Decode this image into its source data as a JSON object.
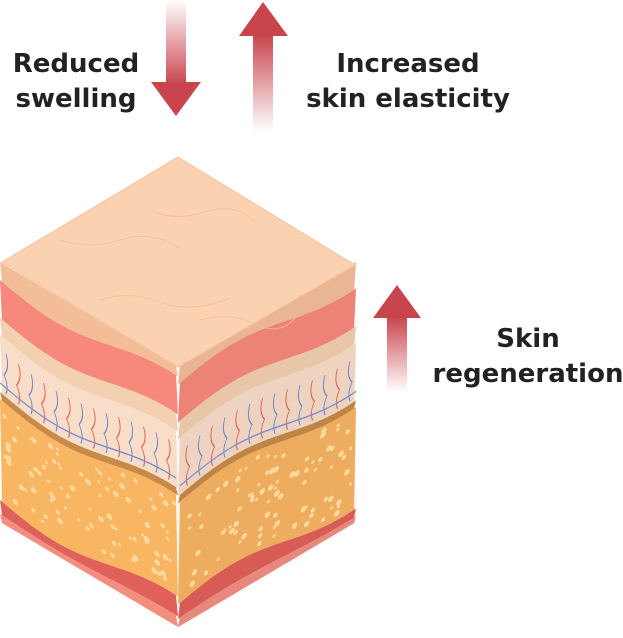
{
  "labels": {
    "reduced_swelling": [
      "Reduced",
      "swelling"
    ],
    "increased_elasticity": [
      "Increased",
      "skin elasticity"
    ],
    "skin_regeneration": [
      "Skin",
      "regeneration"
    ]
  },
  "colors": {
    "arrow": "#c9454d",
    "top_face": "#fad2b2",
    "top_slab_side": "#f3bd98",
    "red_layer": "#f7887c",
    "cream_layer": "#f2d0b0",
    "dermis": "#f8ddc8",
    "brown_line": "#c88a48",
    "fat": "#f8b562",
    "bottom_red": "#e0605a",
    "bottom_light": "#f28d80",
    "text": "#222222"
  }
}
